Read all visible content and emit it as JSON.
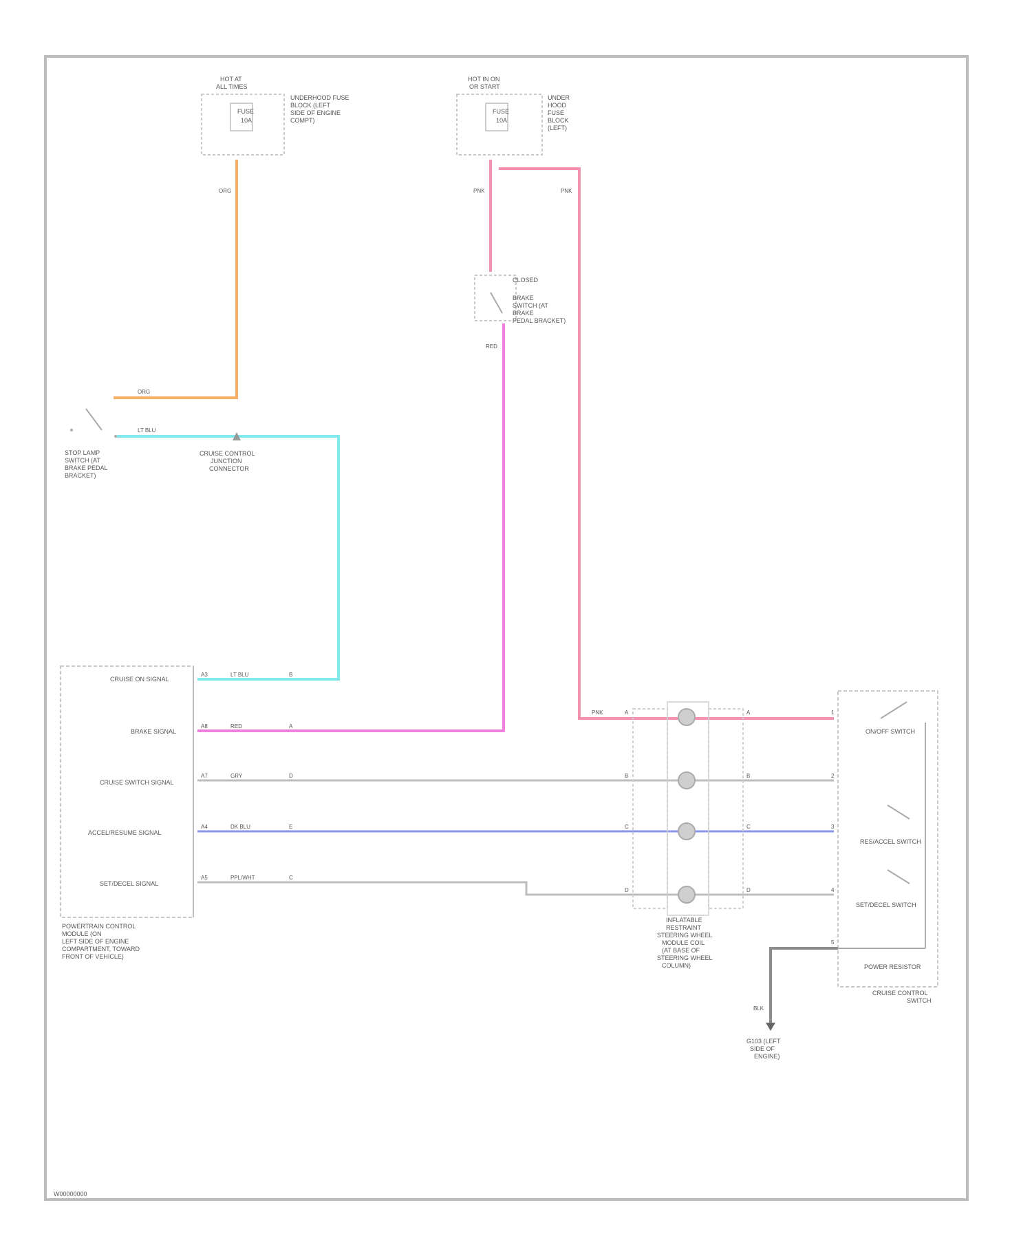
{
  "frame": {
    "footer_code": "W00000000"
  },
  "fuses": [
    {
      "id": "fuse-left",
      "header": [
        "HOT AT",
        "ALL TIMES"
      ],
      "inside": [
        "FUSE",
        "10A"
      ],
      "side": [
        "UNDERHOOD FUSE",
        "BLOCK (LEFT",
        "SIDE OF ENGINE",
        "COMPT)"
      ]
    },
    {
      "id": "fuse-right",
      "header": [
        "HOT IN ON",
        "OR START"
      ],
      "inside": [
        "FUSE",
        "10A"
      ],
      "side": [
        "UNDER",
        "HOOD",
        "FUSE",
        "BLOCK",
        "(LEFT)"
      ]
    }
  ],
  "wire_labels": {
    "orange_vertical": "ORG",
    "orange_horizontal": "ORG",
    "pink_left_vertical": "PNK",
    "pink_right_vertical": "PNK",
    "brake_sw_out": "RED",
    "cyan_top": "LT BLU",
    "cyan_bottom": "LT BLU",
    "brake_bottom": "RED",
    "gray_1": "GRY",
    "blue_1": "DK BLU",
    "purple_1": "PPL/WHT",
    "pink_right": "PNK",
    "gray_ground": "BLK"
  },
  "components": {
    "brake_switch": [
      "CLOSED",
      "BRAKE",
      "SWITCH (AT",
      "BRAKE",
      "PEDAL BRACKET)"
    ],
    "stop_lamp_switch": [
      "STOP LAMP",
      "SWITCH (AT",
      "BRAKE PEDAL",
      "BRACKET)"
    ],
    "junction_connector": [
      "CRUISE CONTROL",
      "JUNCTION",
      "CONNECTOR"
    ],
    "ecm": [
      "POWERTRAIN CONTROL",
      "MODULE (ON",
      "LEFT SIDE OF ENGINE",
      "COMPARTMENT, TOWARD",
      "FRONT OF VEHICLE)"
    ],
    "ecm_pins": [
      "CRUISE ON SIGNAL",
      "BRAKE SIGNAL",
      "CRUISE SWITCH SIGNAL",
      "ACCEL/RESUME SIGNAL",
      "SET/DECEL SIGNAL"
    ],
    "clock_spring": [
      "INFLATABLE",
      "RESTRAINT",
      "STEERING WHEEL",
      "MODULE COIL",
      "(AT BASE OF",
      "STEERING WHEEL",
      "COLUMN)"
    ],
    "cruise_switch": [
      "CRUISE CONTROL",
      "SWITCH"
    ],
    "switch_labels": [
      "ON/OFF SWITCH",
      "RES/ACCEL SWITCH",
      "SET/DECEL SWITCH",
      "POWER RESISTOR"
    ],
    "ground": [
      "G103 (LEFT",
      "SIDE OF",
      "ENGINE)"
    ]
  },
  "pins": {
    "ecm_left": [
      "A3",
      "A8",
      "A7",
      "A4",
      "A5"
    ],
    "ecm_right": [
      "B",
      "A",
      "D",
      "E",
      "C"
    ],
    "jc_left": [
      "A",
      "B",
      "C",
      "D"
    ],
    "jc_right": [
      "A",
      "B",
      "C",
      "D"
    ],
    "sw_pins": [
      "1",
      "2",
      "3",
      "4",
      "5"
    ]
  },
  "colors": {
    "orange": "#f5b066",
    "pink_light": "#f294b0",
    "magenta": "#ef82de",
    "cyan": "#83e8ec",
    "blue": "#8a96e6",
    "gray_wire": "#bdbdbd",
    "frame": "#bcbcbc",
    "ground_wire": "#8c8c8c"
  }
}
